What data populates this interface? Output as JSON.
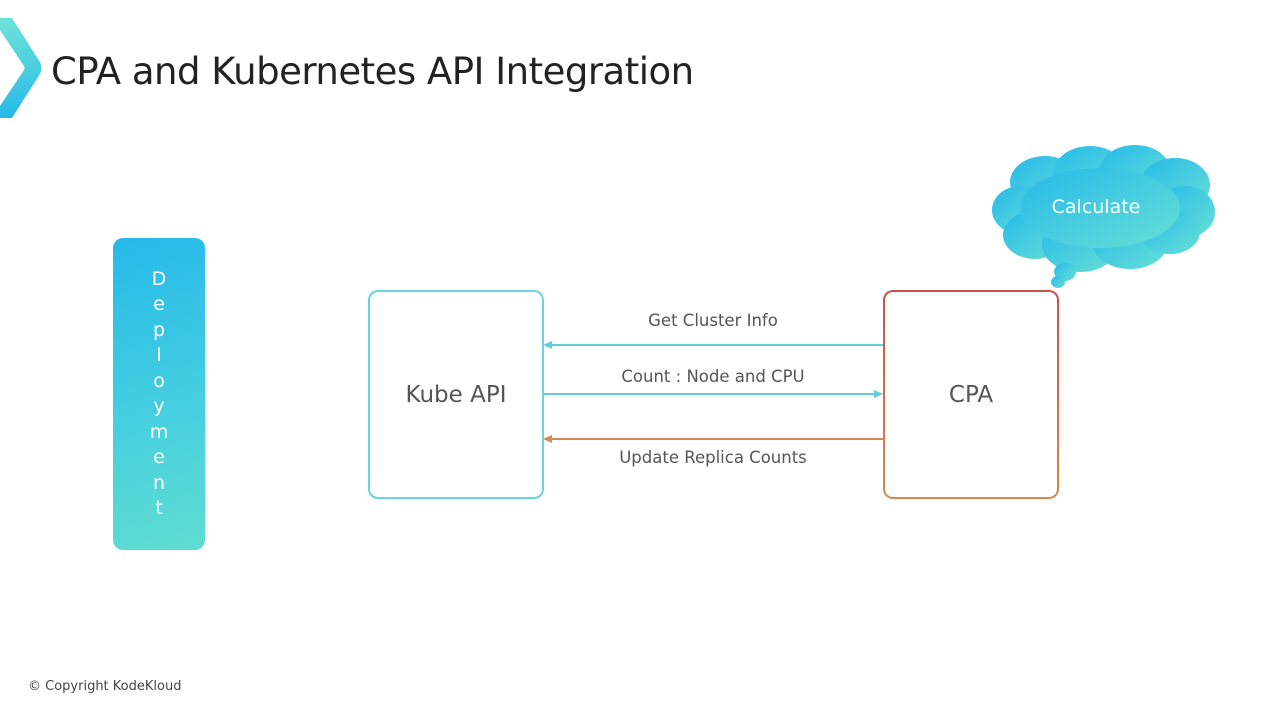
{
  "title": "CPA and Kubernetes API Integration",
  "deployment": {
    "label": "Deployment",
    "letters": [
      "D",
      "e",
      "p",
      "l",
      "o",
      "y",
      "m",
      "e",
      "n",
      "t"
    ]
  },
  "nodes": {
    "kube_api": "Kube API",
    "cpa": "CPA"
  },
  "cloud": {
    "label": "Calculate"
  },
  "arrows": [
    {
      "label": "Get Cluster Info",
      "from": "CPA",
      "to": "Kube API",
      "color": "#5fcfdc"
    },
    {
      "label": "Count : Node and CPU",
      "from": "Kube API",
      "to": "CPA",
      "color": "#5fcfdc"
    },
    {
      "label": "Update Replica Counts",
      "from": "CPA",
      "to": "Kube API",
      "color": "#d9855a"
    }
  ],
  "colors": {
    "accent_cyan": "#27b9ea",
    "accent_teal": "#60ddd0",
    "cpa_border_top": "#c8524e",
    "cpa_border_bottom": "#d98a4a"
  },
  "footer": {
    "copyright": "© Copyright KodeKloud"
  }
}
